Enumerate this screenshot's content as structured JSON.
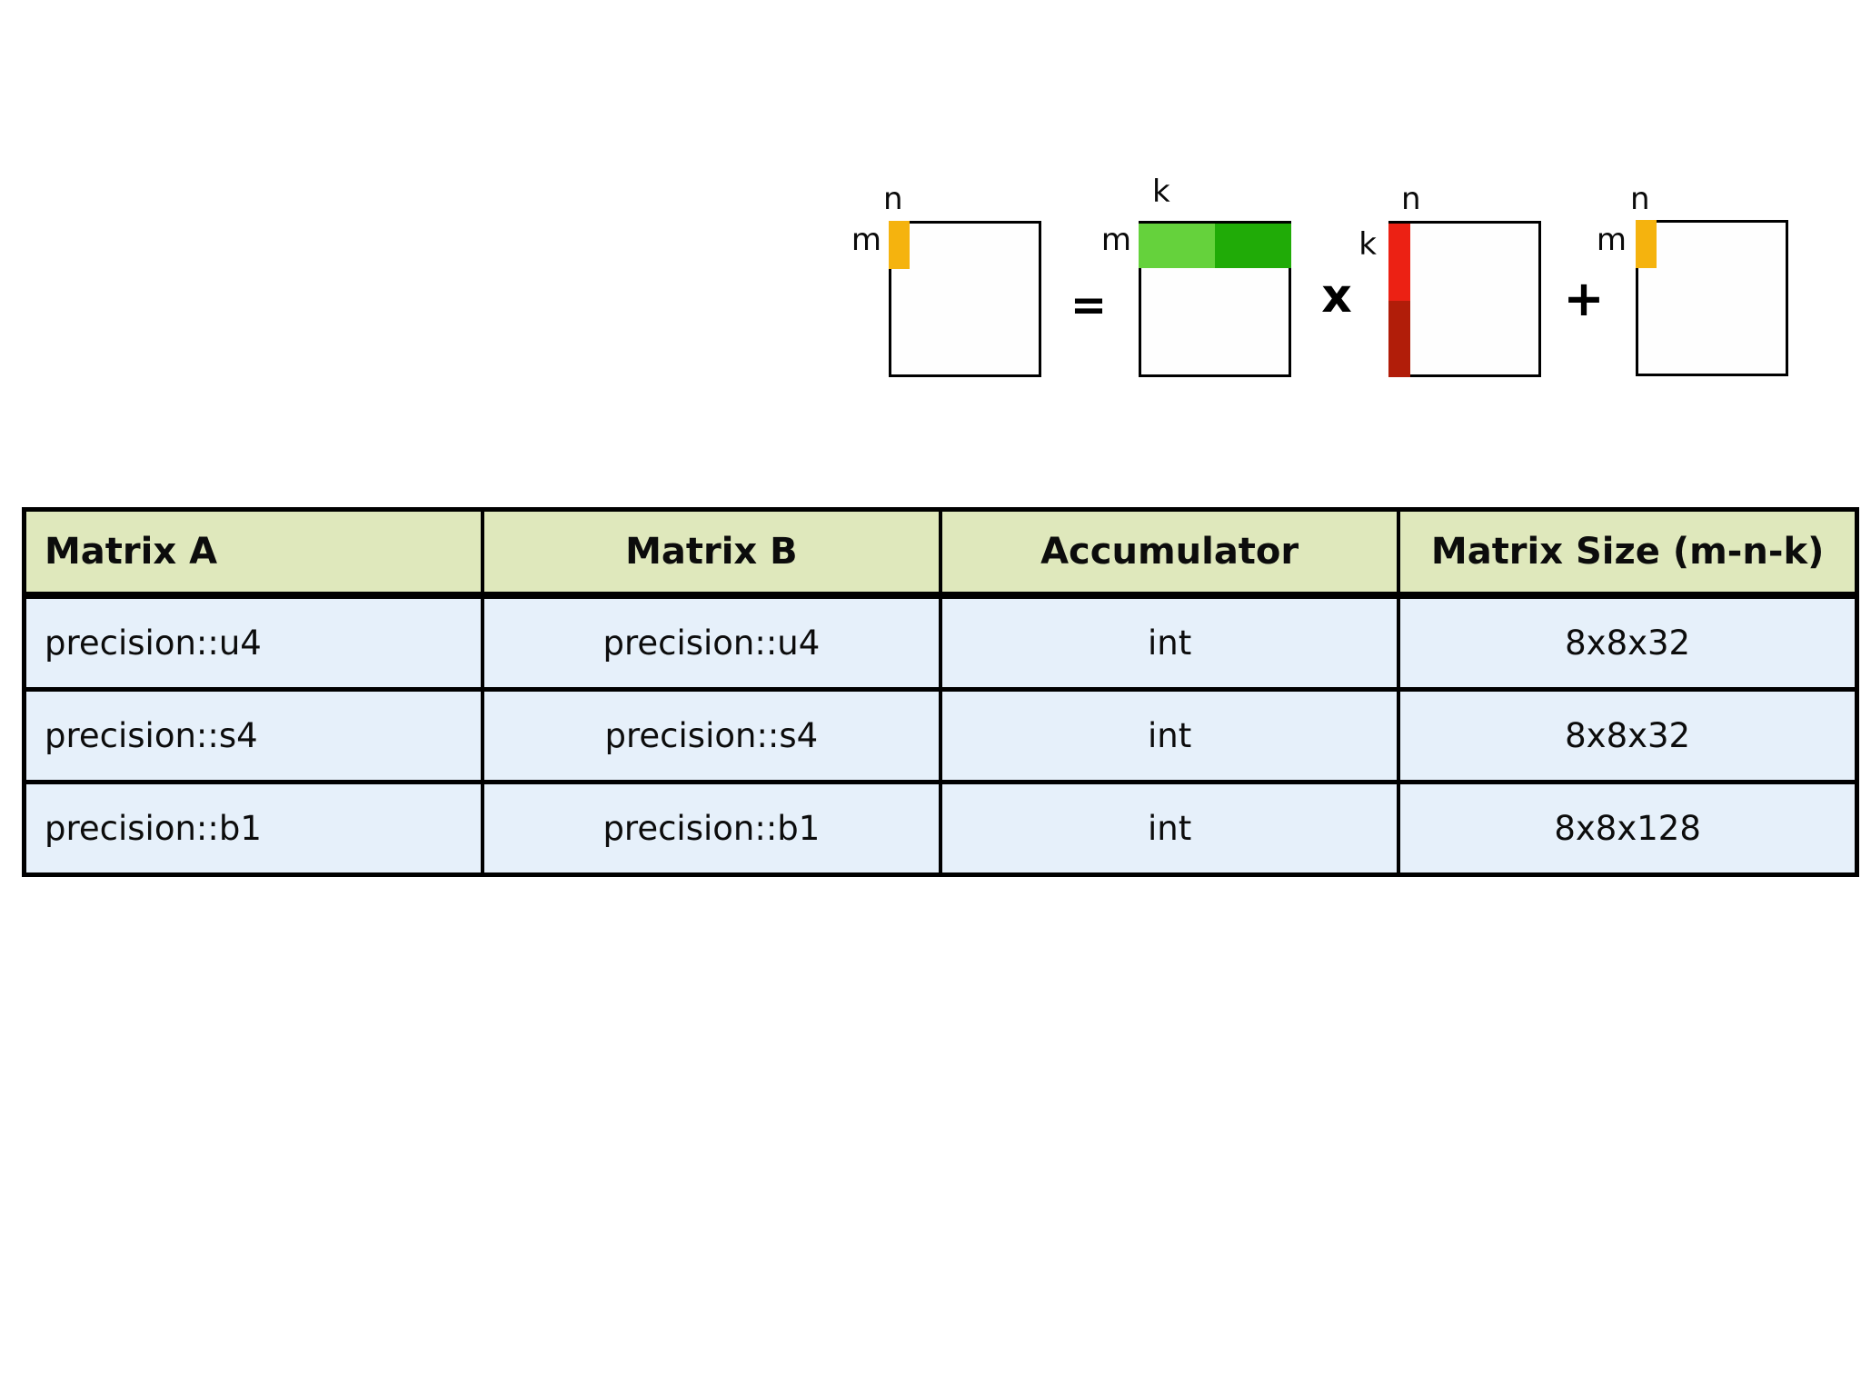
{
  "colors": {
    "orange": "#F5B30E",
    "green_light": "#65D23C",
    "green_dark": "#20AB07",
    "red_light": "#EC2114",
    "red_dark": "#B11D09",
    "header_bg": "#DFE8BC",
    "row_bg": "#E6F0FA"
  },
  "diagram": {
    "matrices": [
      {
        "role": "result-d",
        "top_label": "n",
        "side_label": "m",
        "highlight": "orange-sliver"
      },
      {
        "role": "operand-a",
        "top_label": "k",
        "side_label": "m",
        "highlight": "green-top-rows"
      },
      {
        "role": "operand-b",
        "top_label": "n",
        "side_label": "k",
        "highlight": "red-left-column"
      },
      {
        "role": "addend-c",
        "top_label": "n",
        "side_label": "m",
        "highlight": "orange-sliver"
      }
    ],
    "operators": {
      "equals": "=",
      "times": "x",
      "plus": "+"
    }
  },
  "table": {
    "headers": [
      "Matrix A",
      "Matrix B",
      "Accumulator",
      "Matrix Size (m-n-k)"
    ],
    "rows": [
      [
        "precision::u4",
        "precision::u4",
        "int",
        "8x8x32"
      ],
      [
        "precision::s4",
        "precision::s4",
        "int",
        "8x8x32"
      ],
      [
        "precision::b1",
        "precision::b1",
        "int",
        "8x8x128"
      ]
    ]
  }
}
